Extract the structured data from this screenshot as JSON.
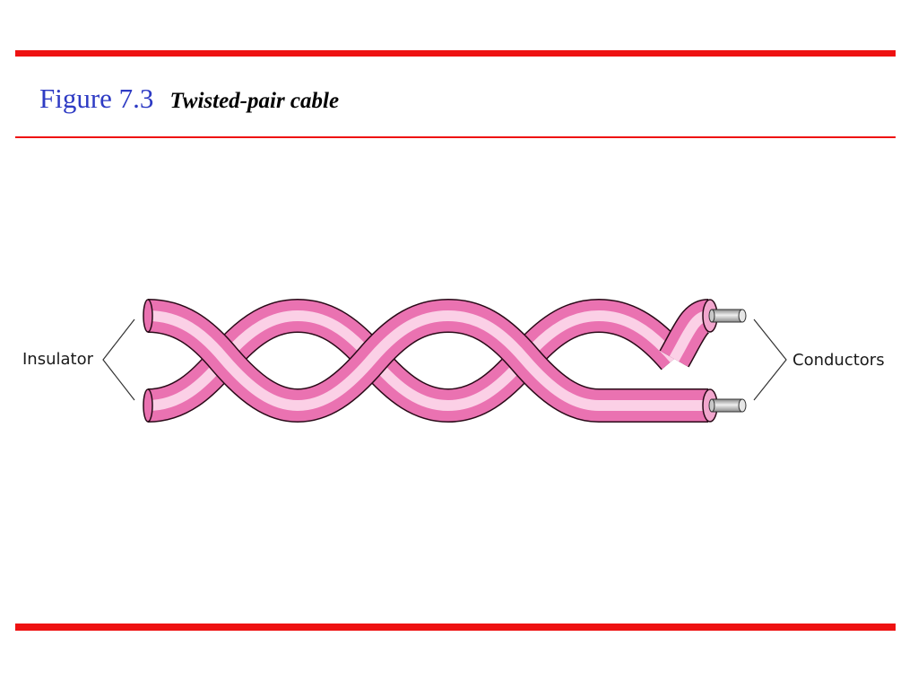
{
  "figure": {
    "number": "Figure 7.3",
    "title": "Twisted-pair cable"
  },
  "labels": {
    "insulator": "Insulator",
    "conductors": "Conductors"
  },
  "colors": {
    "rule": "#ee1111",
    "figure_number": "#2e3bc4",
    "insulator_pink": "#ef7cb8",
    "insulator_highlight": "#fbd3e8",
    "conductor_gray": "#b8b8b8"
  }
}
